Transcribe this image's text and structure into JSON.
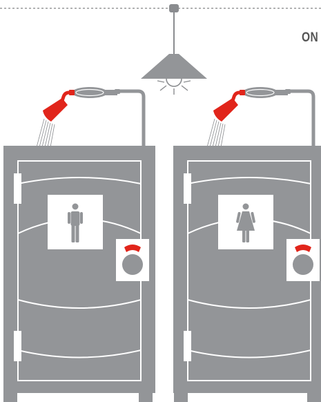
{
  "status": {
    "label": "ON"
  },
  "icons": {
    "lamp": "ceiling-lamp-icon",
    "showerhead": "showerhead-icon",
    "male": "male-person-icon",
    "female": "female-person-icon",
    "valve": "shower-valve-dial-icon"
  },
  "colors": {
    "cabin_gray": "#939598",
    "accent_red": "#e1251b",
    "outline_white": "#ffffff",
    "dashed_line": "#808285",
    "label_text": "#555555"
  },
  "cabins": [
    {
      "sign": "male",
      "dial_indicator": "red"
    },
    {
      "sign": "female",
      "dial_indicator": "red"
    }
  ]
}
